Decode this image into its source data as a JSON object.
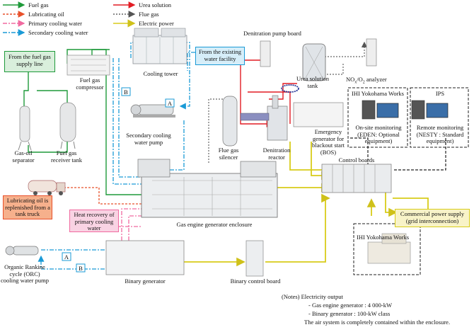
{
  "legend": {
    "fuel_gas": "Fuel gas",
    "lubricating_oil": "Lubricating oil",
    "primary_cooling_water": "Primary cooling water",
    "secondary_cooling_water": "Secondary cooling water",
    "urea_solution": "Urea solution",
    "flue_gas": "Flue gas",
    "electric_power": "Electric power"
  },
  "colors": {
    "fuel_gas": "#1e9a3a",
    "lubricating_oil": "#e8502a",
    "primary_cooling_water": "#f06aa0",
    "secondary_cooling_water": "#1a9ad6",
    "urea_solution": "#e21c24",
    "flue_gas": "#555555",
    "electric_power": "#d8cc1a",
    "green_box_fill": "#d9efdc",
    "blue_box_fill": "#d6eef9",
    "orange_box_fill": "#f6b08c",
    "pink_box_fill": "#f9d3e3",
    "yellow_box_fill": "#f8f3c8"
  },
  "boxes": {
    "fuel_gas_supply": "From the fuel gas supply line",
    "existing_water": "From the existing water facility",
    "lubricating_oil": "Lubricating oil is replenished from a tank truck",
    "heat_recovery": "Heat recovery of primary cooling water",
    "commercial_power": "Commercial power supply (grid interconnection)"
  },
  "markers": {
    "a": "A",
    "b": "B"
  },
  "labels": {
    "fuel_gas_compressor": "Fuel gas compressor",
    "cooling_tower": "Cooling tower",
    "denitration_pump_board": "Denitration pump board",
    "urea_tank": "Urea solution tank",
    "nox_prefix": "NO",
    "nox_sub": "x",
    "nox_mid": "/O",
    "nox_sub2": "2",
    "nox_suffix": " analyzer",
    "ihi_works_top": "IHI Yokohama Works",
    "ips": "IPS",
    "onsite_monitoring": "On-site monitoring (EDEN: Optional equipment)",
    "remote_monitoring": "Remote monitoring (NESTY : Standard equipment)",
    "secondary_pump": "Secondary cooling water pump",
    "gas_oil_separator": "Gas-oil separator",
    "fuel_gas_receiver": "Fuel gas receiver tank",
    "flue_gas_silencer": "Flue gas silencer",
    "denitration_reactor": "Denitration reactor",
    "emergency_generator": "Emergency generator for blackout start (BOS)",
    "control_boards": "Control boards",
    "enclosure": "Gas engine generator enclosure",
    "orc_pump": "Organic Rankine cycle (ORC) cooling water pump",
    "binary_generator": "Binary generator",
    "binary_control_board": "Binary control board",
    "ihi_works_bottom": "IHI Yokohama Works"
  },
  "notes": {
    "title": "(Notes)  Electricity output",
    "gas_engine": "- Gas engine generator  : 4 000-kW",
    "binary": "- Binary generator         : 100-kW class",
    "air_system": "The air system is completely contained within the enclosure."
  }
}
